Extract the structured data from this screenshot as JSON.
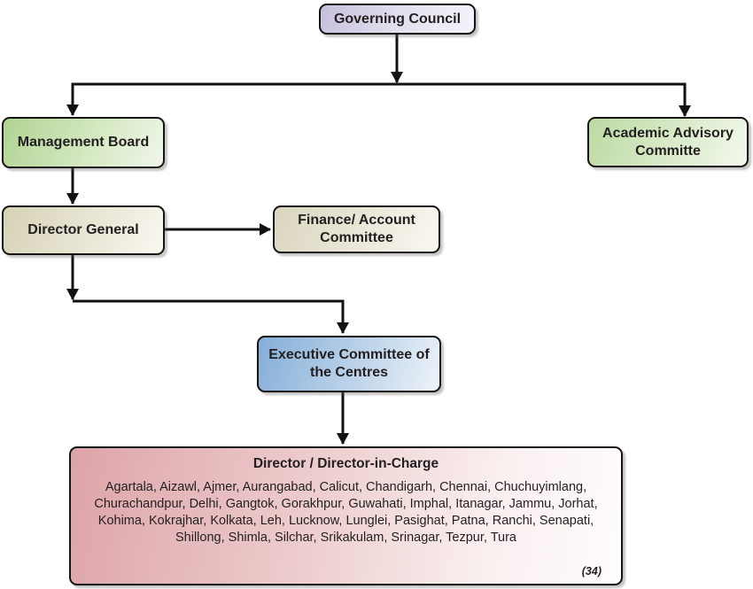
{
  "nodes": {
    "governing_council": {
      "label": "Governing Council"
    },
    "management_board": {
      "label": "Management Board"
    },
    "academic_advisory": {
      "label": "Academic Advisory Committe"
    },
    "director_general": {
      "label": "Director General"
    },
    "finance_committee": {
      "label": "Finance/ Account Committee"
    },
    "executive_committee": {
      "label": "Executive Committee of the Centres"
    },
    "directors": {
      "title": "Director / Director-in-Charge",
      "centres": "Agartala, Aizawl, Ajmer, Aurangabad, Calicut, Chandigarh, Chennai, Chuchuyimlang, Churachandpur, Delhi, Gangtok, Gorakhpur, Guwahati, Imphal, Itanagar, Jammu, Jorhat, Kohima, Kokrajhar, Kolkata, Leh, Lucknow, Lunglei, Pasighat, Patna, Ranchi, Senapati, Shillong, Shimla, Silchar, Srikakulam, Srinagar, Tezpur, Tura",
      "count": "(34)"
    }
  },
  "palette": {
    "connector_line": "#111111",
    "governing_council": [
      "#c7c0dd",
      "#f5f3fa"
    ],
    "management_board": [
      "#b0d392",
      "#f0f6ea"
    ],
    "academic_advisory": [
      "#bcd9a2",
      "#f3f8ee"
    ],
    "director_general": [
      "#d6d2b6",
      "#f9f8f1"
    ],
    "finance_committee": [
      "#d9d5bd",
      "#faf9f2"
    ],
    "executive_committee": [
      "#84aed8",
      "#eef3fa"
    ],
    "directors": [
      "#dda4a8",
      "#fffdfd"
    ]
  }
}
